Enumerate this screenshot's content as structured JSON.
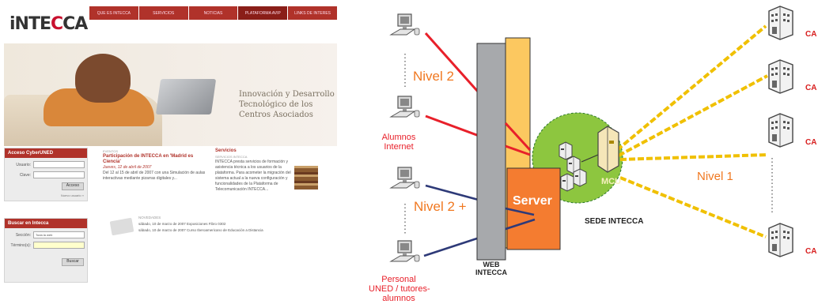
{
  "site": {
    "logo_main": "iNTE",
    "logo_accent": "C",
    "logo_end": "CA",
    "nav": [
      "QUE ES INTECCA",
      "SERVICIOS",
      "NOTICIAS",
      "PLATAFORMA AVIP",
      "LINKS DE INTERES"
    ],
    "slogan": [
      "Innovación y Desarrollo",
      "Tecnológico de los",
      "Centros Asociados"
    ],
    "login": {
      "title": "Acceso CyberUNED",
      "user_label": "Usuario:",
      "pass_label": "Clave:",
      "button": "Acceso",
      "new_user": "Nuevo usuario »"
    },
    "search": {
      "title": "Buscar en Intecca",
      "section_label": "Sección:",
      "section_value": "Toda la web",
      "terms_label": "Término(s):",
      "button": "Buscar"
    },
    "news": {
      "tag": "EVENTOS",
      "title": "Participación de INTECCA en 'Madrid es Ciencia'",
      "date": "Jueves, 12 de abril de 2007",
      "body": "Del 12 al 15 de abril de 2007 con una Simulación de aulas interactivas mediante pizarras digitales y..."
    },
    "services": {
      "title": "Servicios",
      "tag": "SERVICIOS INTECCA",
      "body": "INTECCA presta servicios de formación y asistencia técnica a los usuarios de la plataforma. Para acometer la migración del sistema actual a la nueva configuración y funcionalidades de la Plataforma de Telecomunicación INTECCA..."
    },
    "events": {
      "tag": "NOVEDADES",
      "items": [
        "sábado, 10 de marzo de 2007   Exposiciones Fibro 0302",
        "sábado, 10 de marzo de 2007   Curso Iberoamericano de Educación a Distancia"
      ]
    }
  },
  "diagram": {
    "nivel2": "Nivel 2",
    "nivel2plus": "Nivel 2 +",
    "nivel1": "Nivel 1",
    "alumnos": [
      "Alumnos",
      "Internet"
    ],
    "personal": [
      "Personal",
      "UNED / tutores-",
      "alumnos"
    ],
    "web": [
      "WEB",
      "INTECCA"
    ],
    "server": "Server",
    "mcu": "MCU",
    "sede": "SEDE INTECCA",
    "ca": "CA",
    "colors": {
      "red": "#e8202a",
      "navy": "#2e3a78",
      "yellow": "#f0c000",
      "orange_text": "#f07820",
      "green": "#8dc63f",
      "server_fill": "#f47c30",
      "gray_panel": "#a7a9ac",
      "yellow_panel": "#fcc860"
    }
  }
}
